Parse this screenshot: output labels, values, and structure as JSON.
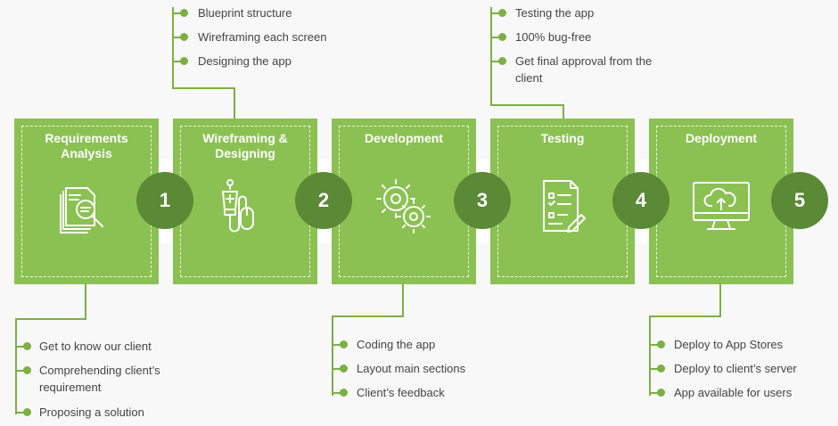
{
  "steps": [
    {
      "title": "Requirements\nAnalysis",
      "number": "1",
      "icon": "document-search-icon"
    },
    {
      "title": "Wireframing &\nDesigning",
      "number": "2",
      "icon": "pen-tool-mouse-icon"
    },
    {
      "title": "Development",
      "number": "3",
      "icon": "gears-icon"
    },
    {
      "title": "Testing",
      "number": "4",
      "icon": "checklist-icon"
    },
    {
      "title": "Deployment",
      "number": "5",
      "icon": "cloud-upload-monitor-icon"
    }
  ],
  "lists": {
    "requirements": [
      "Get to know our client",
      "Comprehending client’s\nrequirement",
      "Proposing a solution"
    ],
    "wireframing": [
      "Blueprint structure",
      "Wireframing each screen",
      "Designing the app"
    ],
    "development": [
      "Coding the app",
      "Layout main sections",
      "Client’s feedback"
    ],
    "testing": [
      "Testing the app",
      "100% bug-free",
      "Get final approval from the\nclient"
    ],
    "deployment": [
      "Deploy to App Stores",
      "Deploy to client’s server",
      "App available for users"
    ]
  },
  "colors": {
    "card": "#8bc152",
    "badge": "#5a8a35",
    "line": "#7bb043",
    "text": "#444444"
  }
}
